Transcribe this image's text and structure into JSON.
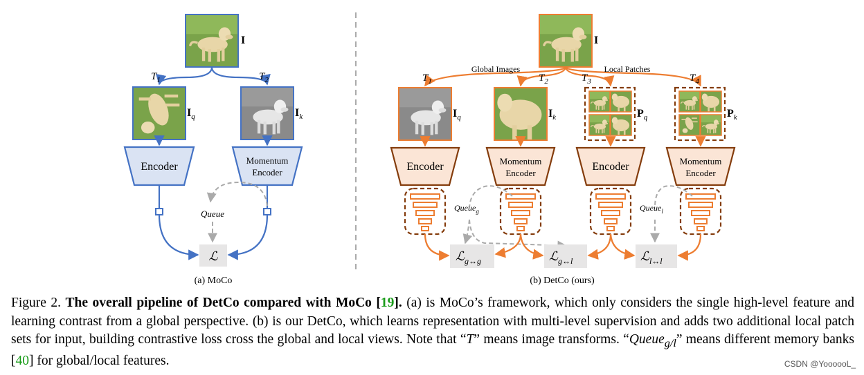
{
  "moco": {
    "input_label": "I",
    "t1": "T",
    "t1_sub": "1",
    "t2": "T",
    "t2_sub": "2",
    "view_q": "I",
    "view_q_sub": "q",
    "view_k": "I",
    "view_k_sub": "k",
    "encoder": "Encoder",
    "momentum_line1": "Momentum",
    "momentum_line2": "Encoder",
    "queue": "Queue",
    "loss": "ℒ",
    "sub_caption": "(a) MoCo",
    "color": "#4472c4",
    "fill": "#dae3f3"
  },
  "detco": {
    "input_label": "I",
    "branch_global": "Global Images",
    "branch_local": "Local Patches",
    "transforms": [
      {
        "t": "T",
        "sub": "1"
      },
      {
        "t": "T",
        "sub": "2"
      },
      {
        "t": "T",
        "sub": "3"
      },
      {
        "t": "T",
        "sub": "4"
      }
    ],
    "views": [
      {
        "label": "I",
        "sub": "q"
      },
      {
        "label": "I",
        "sub": "k"
      },
      {
        "label": "P",
        "sub": "q"
      },
      {
        "label": "P",
        "sub": "k"
      }
    ],
    "encoders": [
      {
        "line1": "Encoder",
        "line2": ""
      },
      {
        "line1": "Momentum",
        "line2": "Encoder"
      },
      {
        "line1": "Encoder",
        "line2": ""
      },
      {
        "line1": "Momentum",
        "line2": "Encoder"
      }
    ],
    "queue_g": "Queue",
    "queue_g_sub": "g",
    "queue_l": "Queue",
    "queue_l_sub": "l",
    "losses": [
      {
        "main": "ℒ",
        "sub": "g↔g"
      },
      {
        "main": "ℒ",
        "sub": "g↔l"
      },
      {
        "main": "ℒ",
        "sub": "l↔l"
      }
    ],
    "sub_caption": "(b) DetCo (ours)",
    "color": "#ed7d31",
    "dark": "#843c0c",
    "fill": "#fbe5d6"
  },
  "caption": {
    "prefix": "Figure 2. ",
    "bold": "The overall pipeline of DetCo compared with MoCo [",
    "bold_ref": "19",
    "bold_end": "].",
    "text1": " (a) is MoCo’s framework, which only considers the single high-level feature and learning contrast from a global perspective. (b) is our DetCo, which learns representation with multi-level supervision and adds two additional local patch sets for input, building contrastive loss cross the global and local views. Note that “",
    "t_symbol": "T",
    "text2": "” means image transforms. “",
    "queue_symbol": "Queue",
    "queue_sub": "g/l",
    "text3": "” means different memory banks [",
    "ref2": "40",
    "text4": "] for global/local features."
  },
  "watermark": "CSDN @YoooooL_"
}
